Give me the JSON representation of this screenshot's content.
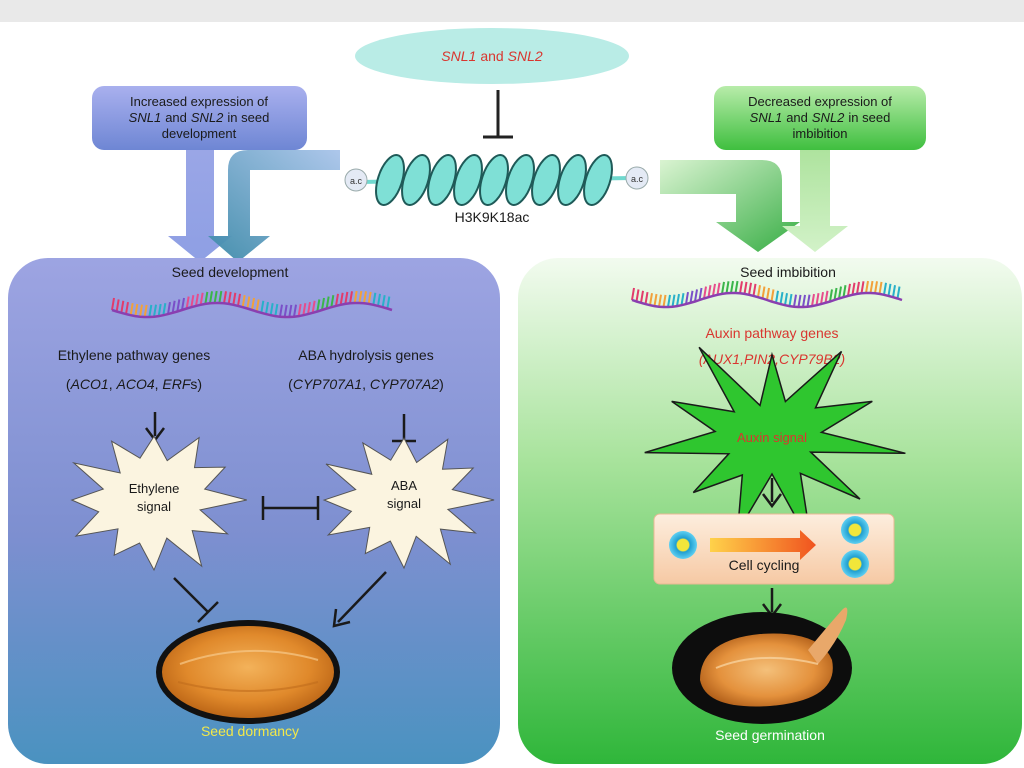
{
  "top_regulator": {
    "gene_a": "SNL1",
    "connector": "and",
    "gene_b": "SNL2"
  },
  "chromatin": {
    "mark_label": "H3K9K18ac",
    "acetyl_badge": "a.c"
  },
  "left_box": {
    "line1": "Increased expression of",
    "gene_a": "SNL1",
    "mid": "and",
    "gene_b": "SNL2",
    "line2_tail": "in seed",
    "line3": "development"
  },
  "right_box": {
    "line1": "Decreased expression of",
    "gene_a": "SNL1",
    "mid": "and",
    "gene_b": "SNL2",
    "line2_tail": "in seed",
    "line3": "imbibition"
  },
  "left_panel": {
    "title": "Seed development",
    "ethylene_genes_title": "Ethylene pathway genes",
    "ethylene_open": "(",
    "ethylene_gene1": "ACO1",
    "ethylene_gene2": "ACO4",
    "ethylene_gene3": "ERF",
    "ethylene_gene3_suffix": "s",
    "ethylene_close": ")",
    "aba_genes_title": "ABA hydrolysis genes",
    "aba_open": "(",
    "aba_gene1": "CYP707A1",
    "aba_gene2": "CYP707A2",
    "aba_close": ")",
    "ethylene_signal_line1": "Ethylene",
    "ethylene_signal_line2": "signal",
    "aba_signal_line1": "ABA",
    "aba_signal_line2": "signal",
    "outcome": "Seed dormancy"
  },
  "right_panel": {
    "title": "Seed imbibition",
    "auxin_genes_title": "Auxin pathway genes",
    "auxin_genes": "(AUX1,PIN2,CYP79B2)",
    "auxin_signal": "Auxin signal",
    "cell_cycling": "Cell cycling",
    "outcome": "Seed germination"
  },
  "colors": {
    "left_panel_top": "#9aa3e0",
    "left_panel_bottom": "#4f8fc2",
    "right_panel_top": "#e9f8e4",
    "right_panel_bottom": "#3cba3a",
    "red_text": "#d9362f",
    "yellow_text": "#f2e84a",
    "chromatin_teal": "#5ed0c5",
    "ellipse_fill": "#b9ece6"
  }
}
